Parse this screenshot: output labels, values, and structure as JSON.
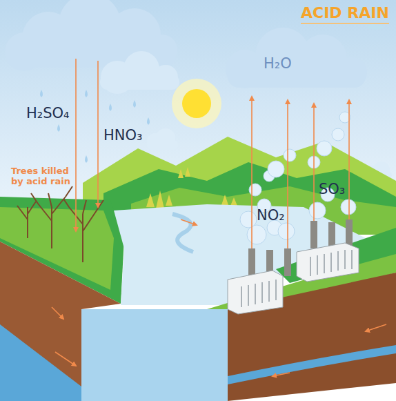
{
  "diagram": {
    "title": "ACID RAIN",
    "labels": [
      "H₂SO₄",
      "HNO₃",
      "Trees killed by acid rain",
      "H₂O",
      "NO₂",
      "SO₃"
    ]
  }
}
